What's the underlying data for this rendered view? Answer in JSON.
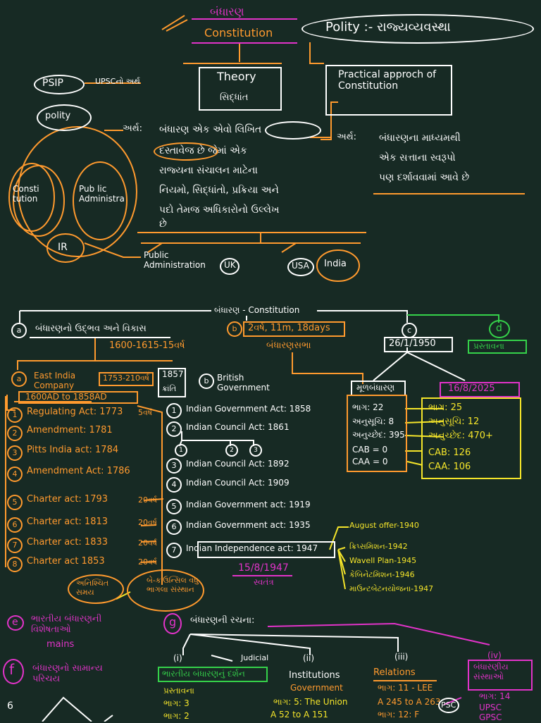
{
  "top": {
    "title_gu": "બંધારણ",
    "title_en": "Constitution",
    "polity": "Polity :- રાજ્યવ્યવસ્થા",
    "theory": "Theory",
    "theory_gu": "સિદ્ધાંત",
    "practical": "Practical approch of Constitution",
    "psip": "PSIP",
    "psip_note": "UPSCનો અર્થ",
    "polity_circle": "polity",
    "meaning_label": "અર્થ:",
    "meaning_text_1": "બંધારણ એક એવો લિખિત",
    "meaning_text_2": "દસ્તાવેજ છે જેમાં એક",
    "meaning_text_3": "રાજ્યના સંચાલન માટેના",
    "meaning_text_4": "નિયમો, સિદ્ધાંતો, પ્રક્રિયા અને",
    "meaning_text_5": "પદો તેમજ અધિકારોનો ઉલ્લેખ",
    "meaning_text_6": "છે",
    "meaning2_label": "અર્થ:",
    "meaning2_text_1": "બંધારણના માધ્યમથી",
    "meaning2_text_2": "એક સત્તાના સ્વરૂપો",
    "meaning2_text_3": "પણ દર્શાવવામાં આવે છે",
    "venn_consti": "Consti tution",
    "venn_pub": "Pub lic Administra",
    "venn_ir": "IR",
    "public_admin": "Public Administration",
    "uk": "UK",
    "usa": "USA",
    "india": "India"
  },
  "mid": {
    "header": "બંધારણ - Constitution",
    "a_letter": "a",
    "a_text": "બંધારણનો ઉદ્ભવ અને વિકાસ",
    "a_years": "1600-1615-15વર્ષ",
    "b_letter": "b",
    "b_text": "2વર્ષ, 11m, 18days",
    "b_sub": "બંધારણસભા",
    "c_letter": "c",
    "c_date": "26/1/1950",
    "d_letter": "d",
    "d_text": "પ્રસ્તાવના",
    "a1_letter": "a",
    "a1_text": "East India Company",
    "a1_years": "1600AD to 1858AD",
    "a1_box": "1753-210વર્ષ",
    "year1857": "1857",
    "year1857_sub": "ક્રાંતિ",
    "b1_letter": "b",
    "b1_text": "British Government",
    "left_items": [
      {
        "n": "1",
        "t": "Regulating Act: 1773",
        "s": "5વર્ષ"
      },
      {
        "n": "2",
        "t": "Amendment: 1781",
        "s": ""
      },
      {
        "n": "3",
        "t": "Pitts India act: 1784",
        "s": ""
      },
      {
        "n": "4",
        "t": "Amendment Act: 1786",
        "s": ""
      },
      {
        "n": "5",
        "t": "Charter act: 1793",
        "s": "20વર્ષ"
      },
      {
        "n": "6",
        "t": "Charter act: 1813",
        "s": "20વર્ષ"
      },
      {
        "n": "7",
        "t": "Charter act: 1833",
        "s": "20વર્ષ"
      },
      {
        "n": "8",
        "t": "Charter act 1853",
        "s": "20વર્ષ"
      }
    ],
    "left_bottom_1": "અનિશ્ચિત સમય",
    "left_bottom_2": "બે-કાઉન્સિલ વધુ ભાગલા સંસ્થાન",
    "right_items": [
      {
        "n": "1",
        "t": "Indian Government Act: 1858"
      },
      {
        "n": "2",
        "t": "Indian Council Act: 1861"
      },
      {
        "n": "3",
        "t": "Indian Council Act: 1892"
      },
      {
        "n": "4",
        "t": "Indian Council Act: 1909"
      },
      {
        "n": "5",
        "t": "Indian Government act: 1919"
      },
      {
        "n": "6",
        "t": "Indian Government act: 1935"
      },
      {
        "n": "7",
        "t": "Indian Independence act: 1947"
      }
    ],
    "sub_nums": [
      "1",
      "2",
      "3"
    ],
    "date_1947": "15/8/1947",
    "date_1947_sub": "સ્વતંત્ર",
    "events": [
      "August offer-1940",
      "ક્રિપ્સમિશન-1942",
      "Wavell Plan-1945",
      "કેબિનેટમિશન-1946",
      "માઉન્ટબેટનયોજના-1947"
    ],
    "orig_header": "મૂળબંધારણ",
    "orig_items": [
      "ભાગ: 22",
      "અનુસૂચિ: 8",
      "અનુચ્છેદ: 395",
      "CAB = 0",
      "CAA = 0"
    ],
    "now_header": "16/8/2025",
    "now_items": [
      "ભાગ: 25",
      "અનુસૂચિ: 12",
      "અનુચ્છેદ: 470+",
      "CAB: 126",
      "CAA: 106"
    ]
  },
  "bottom": {
    "e_letter": "e",
    "e_text": "ભારતીય બંધારણની વિશેષતાઓ",
    "e_sub": "mains",
    "f_letter": "f",
    "f_text": "બંધારણનો સામાન્ય પરિચય",
    "g_letter": "g",
    "g_text": "બંધારણની રચના:",
    "i_label": "(i)",
    "i_text": "ભારતીય બંધારણનું દર્શન",
    "i_items": [
      "પ્રસ્તાવના",
      "ભાગ: 3",
      "ભાગ: 2"
    ],
    "judicial": "Judicial",
    "ii_label": "(ii)",
    "ii_text": "Institutions",
    "ii_sub": "Government",
    "ii_item1": "ભાગ: 5: The Union",
    "ii_item2": "A 52 to A 151",
    "iii_label": "(iii)",
    "iii_text": "Relations",
    "iii_item1": "ભાગ: 11 - LEE",
    "iii_item2": "A 245 to A 263",
    "iii_item3": "ભાગ: 12: F",
    "iv_label": "(iv)",
    "iv_text": "બંધારણીય સંસ્થાઓ",
    "iv_item1": "ભાગ: 14",
    "iv_item2": "UPSC",
    "iv_item3": "GPSC",
    "psc": "PSC",
    "six": "6"
  }
}
